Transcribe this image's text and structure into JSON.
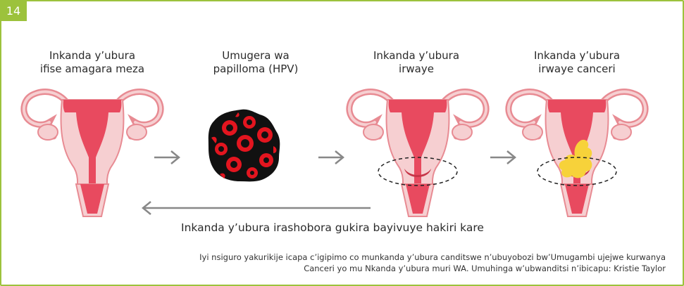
{
  "figure": {
    "number": "14",
    "panels": [
      {
        "caption_line1": "Inkanda y’ubura",
        "caption_line2": "ifise amagara meza"
      },
      {
        "caption_line1": "Umugera wa",
        "caption_line2": "papilloma (HPV)"
      },
      {
        "caption_line1": "Inkanda y’ubura",
        "caption_line2": "irwaye"
      },
      {
        "caption_line1": "Inkanda y’ubura",
        "caption_line2": "irwaye canceri"
      }
    ],
    "return_arrow_label": "Inkanda y’ubura irashobora gukira bayivuye hakiri kare",
    "credit_line1": "Iyi nsiguro yakurikije icapa c’igipimo co munkanda y’ubura canditswe n’ubuyobozi bw’Umugambi ujejwe kurwanya",
    "credit_line2": "Canceri yo mu Nkanda y’ubura muri WA. Umuhinga w’ubwanditsi n’ibicapu: Kristie Taylor"
  },
  "colors": {
    "accent_green": "#9cc23c",
    "tissue_light": "#f6cfd1",
    "tissue_outline": "#e88b93",
    "tissue_strong": "#e84a5f",
    "tissue_dark": "#c73548",
    "virus_black": "#111111",
    "virus_red": "#e3151f",
    "cancer_yellow": "#f7d23a",
    "arrow_gray": "#888888"
  }
}
